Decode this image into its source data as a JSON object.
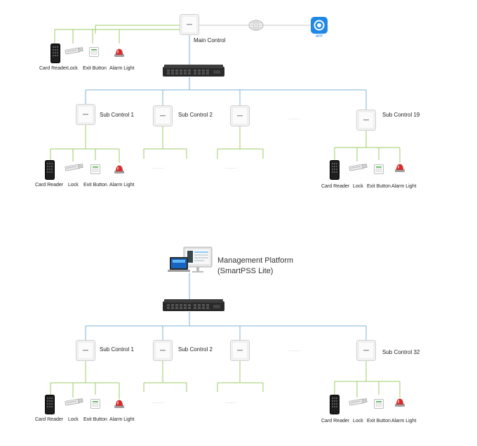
{
  "diagram_1": {
    "main_control_label": "Main Control",
    "app_label": "APP",
    "devices": {
      "card_reader": "Card Reader",
      "lock": "Lock",
      "exit_button": "Exit Button",
      "alarm_light": "Alarm Light"
    },
    "sub_control_1": "Sub Control 1",
    "sub_control_2": "Sub Control 2",
    "sub_control_last": "Sub Control 19",
    "ellipsis": "......",
    "placeholder_dots": "......"
  },
  "diagram_2": {
    "platform_line1": "Management Platform",
    "platform_line2": "(SmartPSS Lite)",
    "devices": {
      "card_reader": "Card Reader",
      "lock": "Lock",
      "exit_button": "Exit Button",
      "alarm_light": "Alarm Light"
    },
    "sub_control_1": "Sub Control 1",
    "sub_control_2": "Sub Control 2",
    "sub_control_last": "Sub Control 32",
    "ellipsis": "......",
    "placeholder_dots": "......"
  },
  "colors": {
    "green_line": "#9ccc65",
    "blue_line": "#7fb3d5",
    "gray_line": "#c8c8c8",
    "app_blue": "#1e88e5",
    "alarm_red": "#d32f2f"
  }
}
